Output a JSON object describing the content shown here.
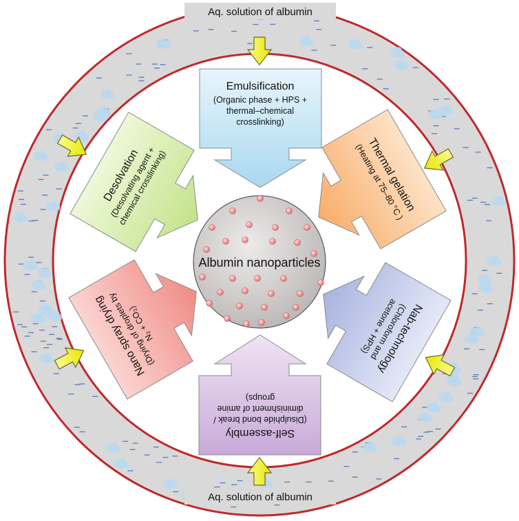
{
  "outer_label_top": "Aq. solution of albumin",
  "outer_label_bottom": "Aq. solution of albumin",
  "center_label": "Albumin nanoparticles",
  "methods": [
    {
      "title": "Emulsification",
      "details": [
        "(Organic phase + HPS +",
        "thermal–chemical",
        "crosslinking)"
      ]
    },
    {
      "title": "Thermal gelation",
      "details": [
        "(Heating at 75–80 °C )"
      ]
    },
    {
      "title": "Nab-technology",
      "details": [
        "(Chloroform  and",
        "acetone + HPS)"
      ]
    },
    {
      "title": "Self-assembly",
      "details": [
        "(Disulphide bond break /",
        "diminishment of amine",
        "groups)"
      ]
    },
    {
      "title": "Nano spray drying",
      "details": [
        "(Drying of droplets by",
        "N₂ + CO₂)"
      ]
    },
    {
      "title": "Desolvation",
      "details": [
        "(Desolvating agent +",
        "chemical crosslinking)"
      ]
    }
  ],
  "colors": {
    "ring_fill": "#dcdcdc",
    "ring_border": "#c0282a",
    "sphere": "#d8d4d4",
    "dot": "#f08f8f",
    "inlet_arrow": "#f3f32a",
    "emulsification": "#cde9f7",
    "thermal_gelation": "#fcc896",
    "nab_technology": "#c4cdea",
    "self_assembly": "#ddc8e6",
    "nano_spray_drying": "#f6b1ad",
    "desolvation": "#d9efae"
  }
}
